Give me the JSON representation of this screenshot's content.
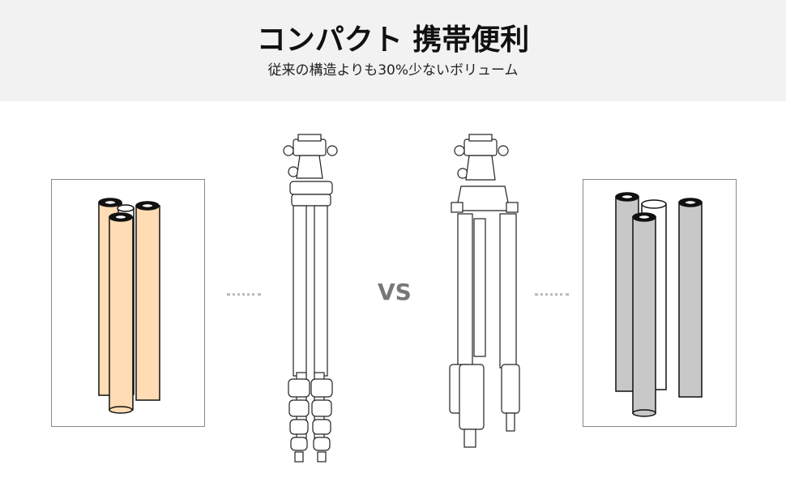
{
  "header": {
    "title": "コンパクト 携帯便利",
    "subtitle": "従来の構造よりも30%少ないボリューム"
  },
  "comparison": {
    "vs_label": "VS"
  },
  "colors": {
    "header_bg": "#f2f2f2",
    "product_tube": "#ffdcb3",
    "other_tube": "#c8c8c8",
    "vs_text": "#777777"
  }
}
